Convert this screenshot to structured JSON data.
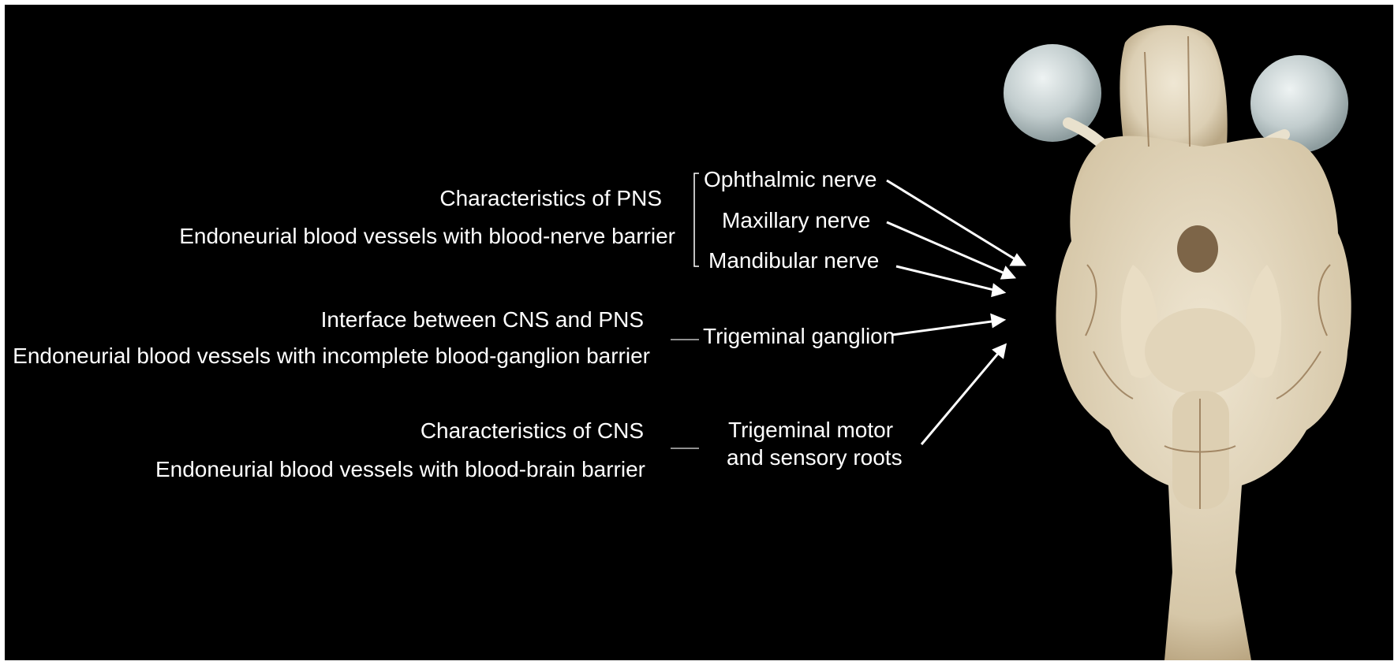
{
  "figure": {
    "pns_group": {
      "title": "Characteristics of PNS",
      "detail": "Endoneurial blood vessels with blood-nerve barrier",
      "nerves": [
        "Ophthalmic nerve",
        "Maxillary nerve",
        "Mandibular nerve"
      ]
    },
    "interface_group": {
      "title": "Interface between  CNS and PNS",
      "detail": "Endoneurial blood vessels with incomplete blood-ganglion barrier",
      "structure": "Trigeminal ganglion"
    },
    "cns_group": {
      "title": "Characteristics of CNS",
      "detail": "Endoneurial blood vessels with blood-brain barrier",
      "structure_line1": "Trigeminal motor",
      "structure_line2": "and sensory roots"
    }
  },
  "colors": {
    "background": "#000000",
    "text": "#ffffff",
    "tissue": "#e6dcc6",
    "eye": "#c7d1d2"
  }
}
